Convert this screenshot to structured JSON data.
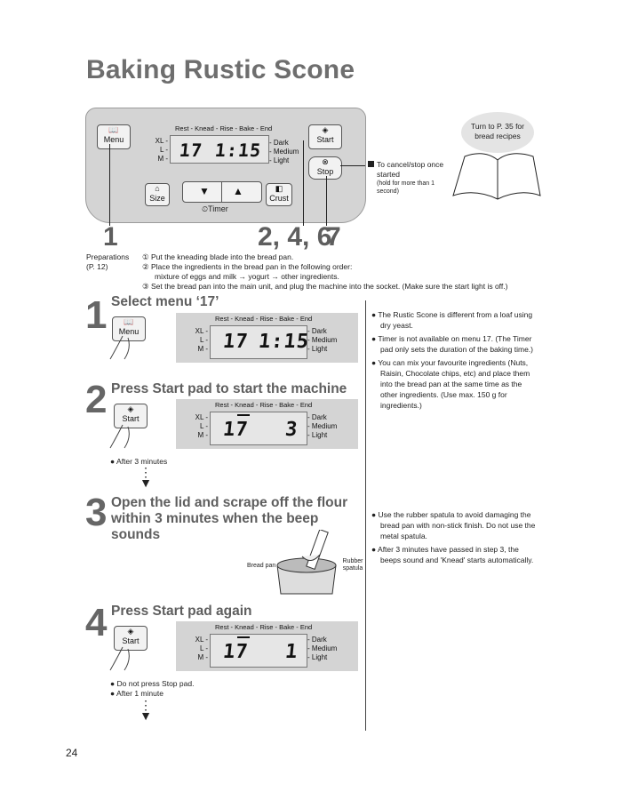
{
  "title": "Baking Rustic Scone",
  "panel": {
    "menu": "Menu",
    "size": "Size",
    "crust": "Crust",
    "start": "Start",
    "stop": "Stop",
    "timer": "Timer",
    "cycle": "Rest - Knead - Rise - Bake - End",
    "sizes": [
      "XL -",
      "L -",
      "M -"
    ],
    "shades": [
      "- Dark",
      "- Medium",
      "- Light"
    ],
    "menu_digits": "17",
    "time": "1:15",
    "arrow_down": "▼",
    "arrow_up": "▲"
  },
  "stop_note": {
    "main": "To cancel/stop once started",
    "sub": "(hold for more than 1 second)"
  },
  "book_note": "Turn to P. 35 for bread recipes",
  "callouts": {
    "left": "1",
    "mid": "2, 4, 6",
    "right": "7"
  },
  "preparations": {
    "label": "Preparations (P. 12)",
    "items": [
      "① Put the kneading blade into the bread pan.",
      "② Place the ingredients in the bread pan in the following order:",
      "mixture of eggs and milk → yogurt → other ingredients.",
      "③ Set the bread pan into the main unit, and plug the machine into the socket. (Make sure the start light is off.)"
    ]
  },
  "steps": [
    {
      "num": "1",
      "heading": "Select menu ‘17’",
      "digits": "17",
      "time": "1:15"
    },
    {
      "num": "2",
      "heading": "Press Start pad to start the machine",
      "digits": "17",
      "time": "3",
      "after": "After 3 minutes"
    },
    {
      "num": "3",
      "heading": "Open the lid and scrape off the flour within 3 minutes when the beep sounds",
      "bread_pan": "Bread pan",
      "spatula": "Rubber spatula"
    },
    {
      "num": "4",
      "heading": "Press Start pad again",
      "digits": "17",
      "time": "1",
      "after": [
        "Do not press Stop pad.",
        "After 1 minute"
      ]
    }
  ],
  "notes1": [
    "The Rustic Scone is different from a loaf using dry yeast.",
    "Timer is not available on menu 17. (The Timer pad only sets the duration of the baking time.)",
    "You can mix your favourite ingredients (Nuts, Raisin, Chocolate chips, etc) and place them into the bread pan at the same time as the other ingredients. (Use max. 150 g for ingredients.)"
  ],
  "notes3": [
    "Use the rubber spatula to avoid damaging the bread pan with non-stick finish. Do not use the metal spatula.",
    "After 3 minutes have passed in step 3, the beeps sound and 'Knead' starts automatically."
  ],
  "page_number": "24"
}
